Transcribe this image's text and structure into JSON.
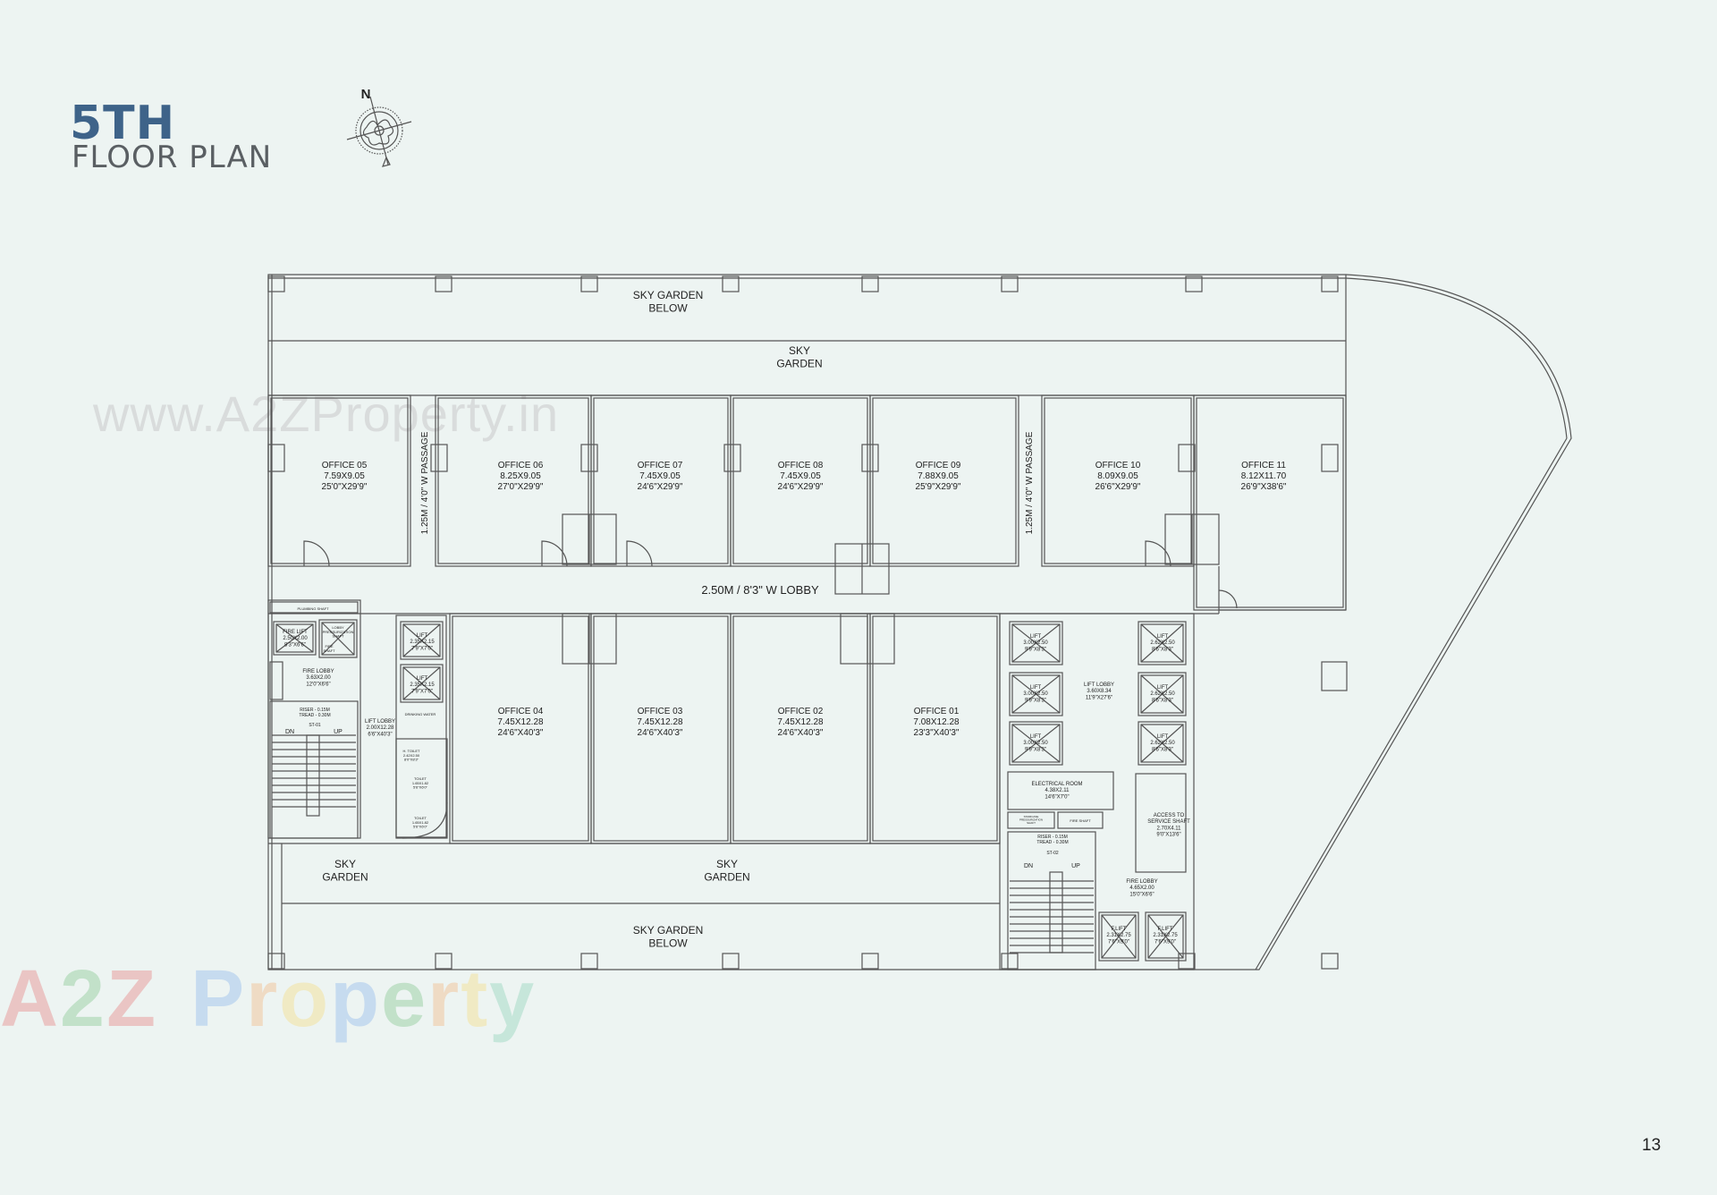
{
  "title": {
    "number": "5TH",
    "subtitle": "FLOOR PLAN"
  },
  "compass": {
    "north_label": "N",
    "icon": "north-arrow-compass-icon"
  },
  "page_number": "13",
  "watermark": "www.A2ZProperty.in",
  "logo": {
    "text": "A2Z Property",
    "colors": [
      "#e8a0a0",
      "#9fd3a8",
      "#a8c8ee",
      "#f2c7a0",
      "#f3e3a0",
      "#a8dcc8"
    ]
  },
  "colors": {
    "background": "#edf4f2",
    "title_accent": "#3e6389",
    "walls": "#555555"
  },
  "plan": {
    "sky_garden_below_top": [
      "SKY GARDEN",
      "BELOW"
    ],
    "sky_garden_top": [
      "SKY",
      "GARDEN"
    ],
    "passage_left": "1.25M / 4'0\" W PASSAGE",
    "passage_right": "1.25M / 4'0\" W PASSAGE",
    "lobby": "2.50M / 8'3\" W LOBBY",
    "sky_garden_left": [
      "SKY",
      "GARDEN"
    ],
    "sky_garden_center": [
      "SKY",
      "GARDEN"
    ],
    "sky_garden_below_bottom": [
      "SKY GARDEN",
      "BELOW"
    ],
    "offices": [
      {
        "name": "OFFICE 05",
        "metric": "7.59X9.05",
        "imperial": "25'0\"X29'9\""
      },
      {
        "name": "OFFICE 06",
        "metric": "8.25X9.05",
        "imperial": "27'0\"X29'9\""
      },
      {
        "name": "OFFICE 07",
        "metric": "7.45X9.05",
        "imperial": "24'6\"X29'9\""
      },
      {
        "name": "OFFICE 08",
        "metric": "7.45X9.05",
        "imperial": "24'6\"X29'9\""
      },
      {
        "name": "OFFICE 09",
        "metric": "7.88X9.05",
        "imperial": "25'9\"X29'9\""
      },
      {
        "name": "OFFICE 10",
        "metric": "8.09X9.05",
        "imperial": "26'6\"X29'9\""
      },
      {
        "name": "OFFICE 11",
        "metric": "8.12X11.70",
        "imperial": "26'9\"X38'6\""
      },
      {
        "name": "OFFICE 04",
        "metric": "7.45X12.28",
        "imperial": "24'6\"X40'3\""
      },
      {
        "name": "OFFICE 03",
        "metric": "7.45X12.28",
        "imperial": "24'6\"X40'3\""
      },
      {
        "name": "OFFICE 02",
        "metric": "7.45X12.28",
        "imperial": "24'6\"X40'3\""
      },
      {
        "name": "OFFICE 01",
        "metric": "7.08X12.28",
        "imperial": "23'3\"X40'3\""
      }
    ],
    "core_left": {
      "plumbing_shaft": "PLUMBING SHAFT",
      "fire_lift": [
        "FIRE LIFT",
        "2.50X2.00",
        "8'3\"X6'6\""
      ],
      "lobby_pressurization": [
        "LOBBY",
        "PRESSURIZATION",
        "SHAFT"
      ],
      "fire_shaft": [
        "FIRE",
        "SHAFT"
      ],
      "fire_lobby": [
        "FIRE LOBBY",
        "3.63X2.00",
        "12'0\"X6'6\""
      ],
      "riser": "RISER - 0.15M",
      "tread": "TREAD - 0.30M",
      "stair_id": "ST-01",
      "dn": "DN",
      "up": "UP",
      "lifts": [
        [
          "LIFT",
          "2.35X2.15",
          "7'9\"X7'0\""
        ],
        [
          "LIFT",
          "2.35X2.15",
          "7'9\"X7'0\""
        ]
      ],
      "lift_lobby": [
        "LIFT LOBBY",
        "2.00X12.28",
        "6'6\"X40'3\""
      ],
      "drinking_water": "DRINKING WATER",
      "h_toilet": [
        "H. TOILET",
        "2.42X2.50",
        "8'0\"X8'3\""
      ],
      "toilets": [
        [
          "TOILET",
          "1.65X1.82",
          "5'6\"X6'0\""
        ],
        [
          "TOILET",
          "1.65X1.82",
          "5'6\"X6'0\""
        ]
      ]
    },
    "core_right": {
      "lifts_left": [
        [
          "LIFT",
          "3.00X2.50",
          "9'9\"X8'3\""
        ],
        [
          "LIFT",
          "3.00X2.50",
          "9'9\"X8'3\""
        ],
        [
          "LIFT",
          "3.00X2.50",
          "9'9\"X8'3\""
        ]
      ],
      "lifts_right": [
        [
          "LIFT",
          "2.62X2.50",
          "8'6\"X8'3\""
        ],
        [
          "LIFT",
          "2.62X2.50",
          "8'6\"X8'3\""
        ],
        [
          "LIFT",
          "2.62X2.50",
          "8'6\"X8'3\""
        ]
      ],
      "lift_lobby": [
        "LIFT LOBBY",
        "3.60X8.34",
        "11'9\"X27'6\""
      ],
      "electrical_room": [
        "ELECTRICAL ROOM",
        "4.38X2.11",
        "14'6\"X7'0\""
      ],
      "staircase_pressurization": [
        "STAIRCASE",
        "PRESSURIZATION",
        "SHAFT"
      ],
      "fire_shaft": "FIRE SHAFT",
      "access_service_shaft": [
        "ACCESS TO",
        "SERVICE SHAFT",
        "2.70X4.11",
        "9'0\"X13'6\""
      ],
      "riser": "RISER - 0.15M",
      "tread": "TREAD - 0.30M",
      "stair_id": "ST-02",
      "dn": "DN",
      "up": "UP",
      "fire_lobby": [
        "FIRE LOBBY",
        "4.65X2.00",
        "15'0\"X6'6\""
      ],
      "fire_lifts": [
        [
          "F.LIFT",
          "2.31X2.75",
          "7'6\"X9'0\""
        ],
        [
          "F.LIFT",
          "2.31X2.75",
          "7'6\"X9'0\""
        ]
      ]
    }
  }
}
